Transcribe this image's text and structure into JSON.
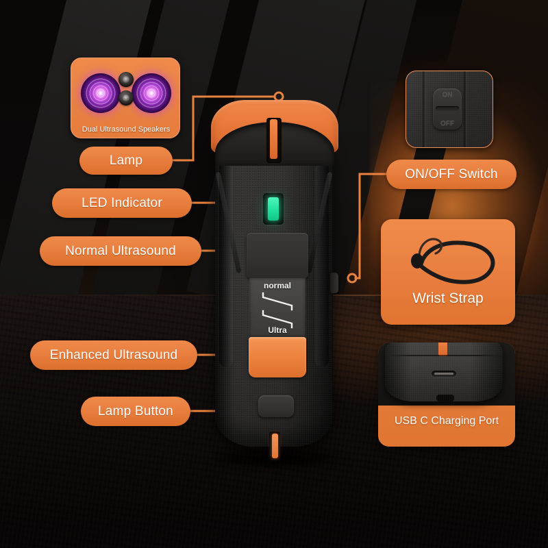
{
  "theme": {
    "accent_orange": "#e87f3f",
    "accent_orange_light": "#f08a4b",
    "panel_dark": "#2c2b2a",
    "led_green": "#1fe39c",
    "background_dark": "#070505",
    "text_white": "#ffffff"
  },
  "product": {
    "name": "handheld ultrasonic device",
    "plate_top_label": "normal",
    "plate_bottom_label": "Ultra"
  },
  "labels": [
    {
      "id": "lamp",
      "text": "Lamp"
    },
    {
      "id": "led-indicator",
      "text": "LED Indicator"
    },
    {
      "id": "normal-ultrasound",
      "text": "Normal Ultrasound"
    },
    {
      "id": "enhanced-ultrasound",
      "text": "Enhanced Ultrasound"
    },
    {
      "id": "lamp-button",
      "text": "Lamp Button"
    },
    {
      "id": "on-off-switch",
      "text": "ON/OFF Switch"
    }
  ],
  "panels": {
    "speakers": {
      "caption": "Dual Ultrasound Speakers"
    },
    "switch": {
      "on_label": "ON",
      "off_label": "OFF"
    },
    "strap": {
      "title": "Wrist Strap"
    },
    "usb": {
      "caption": "USB C Charging Port"
    }
  }
}
